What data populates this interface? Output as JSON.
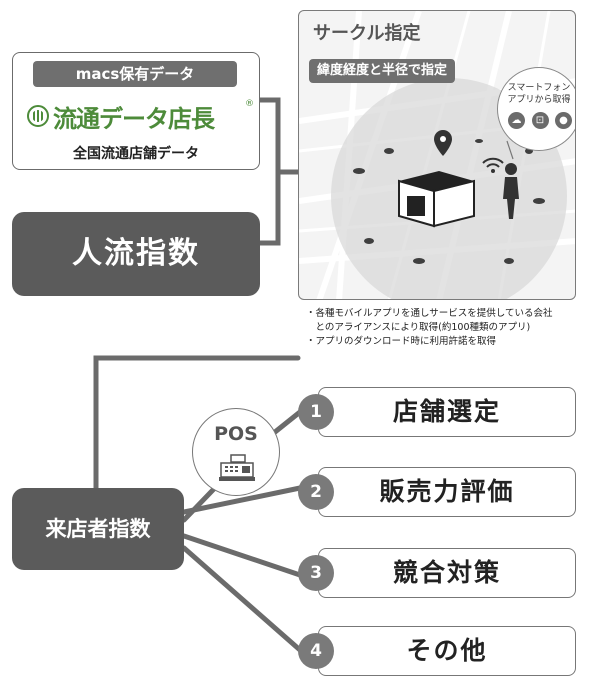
{
  "macs": {
    "header": "macs保有データ",
    "logo_text": "流通データ店長",
    "logo_reg": "®",
    "subtitle": "全国流通店舗データ"
  },
  "jinryu_label": "人流指数",
  "map": {
    "title": "サークル指定",
    "subtitle": "緯度経度と半径で指定",
    "phone_label_line1": "スマートフォン",
    "phone_label_line2": "アプリから取得",
    "phone_icons": [
      "cloud-icon",
      "cart-icon",
      "location-icon"
    ]
  },
  "notes": [
    "・各種モバイルアプリを通しサービスを提供している会社",
    "　とのアライアンスにより取得(約100種類のアプリ)",
    "・アプリのダウンロード時に利用許諾を取得"
  ],
  "pos_label": "POS",
  "raiten_label": "来店者指数",
  "items": [
    {
      "number": "1",
      "label": "店舗選定"
    },
    {
      "number": "2",
      "label": "販売力評価"
    },
    {
      "number": "3",
      "label": "競合対策"
    },
    {
      "number": "4",
      "label": "その他"
    }
  ],
  "colors": {
    "dark_gray": "#5b5b5b",
    "logo_green": "#4d8b3a",
    "line_gray": "#6b6b6b"
  }
}
